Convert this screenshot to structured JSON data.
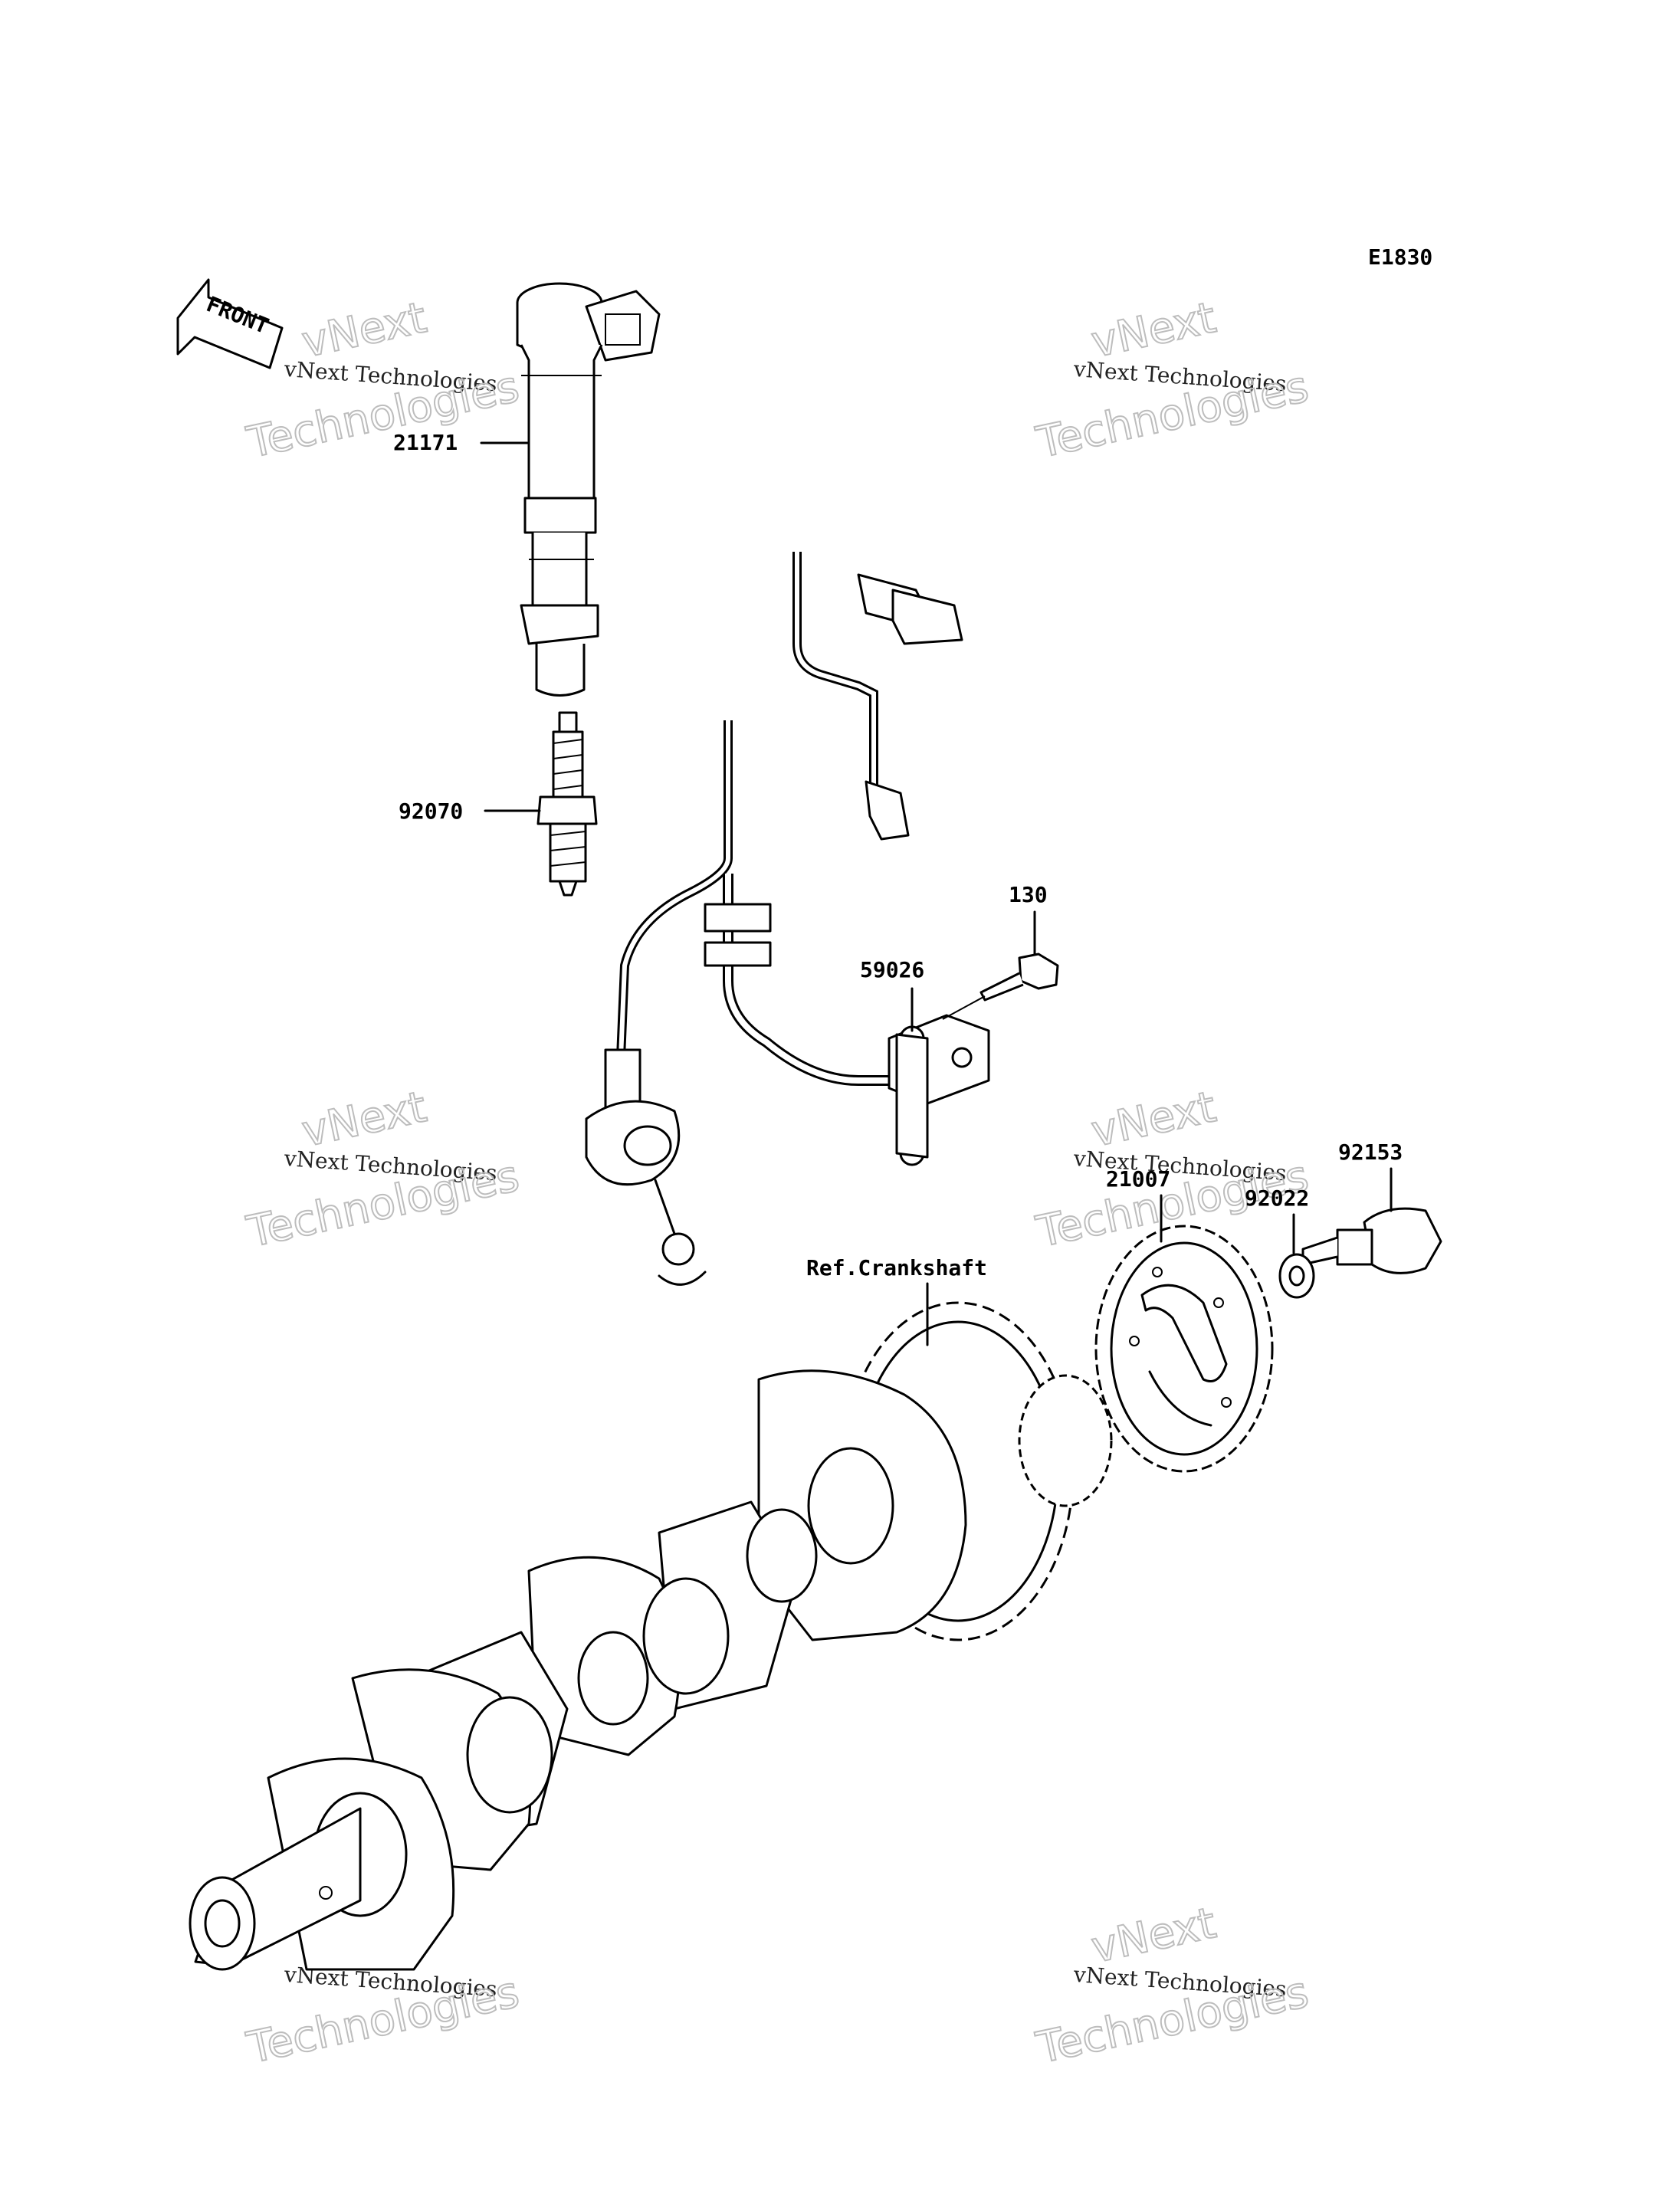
{
  "diagram": {
    "code": "E1830",
    "front_label": "FRONT",
    "callouts": {
      "ignition_coil": "21171",
      "spark_plug": "92070",
      "bolt": "130",
      "pickup_coil": "59026",
      "flange_bolt": "92153",
      "washer": "92022",
      "timing_rotor": "21007",
      "crankshaft_ref": "Ref.Crankshaft"
    }
  },
  "watermarks": {
    "line1": "vNext",
    "line2": "vNext Technologies",
    "line3": "Technologies"
  }
}
